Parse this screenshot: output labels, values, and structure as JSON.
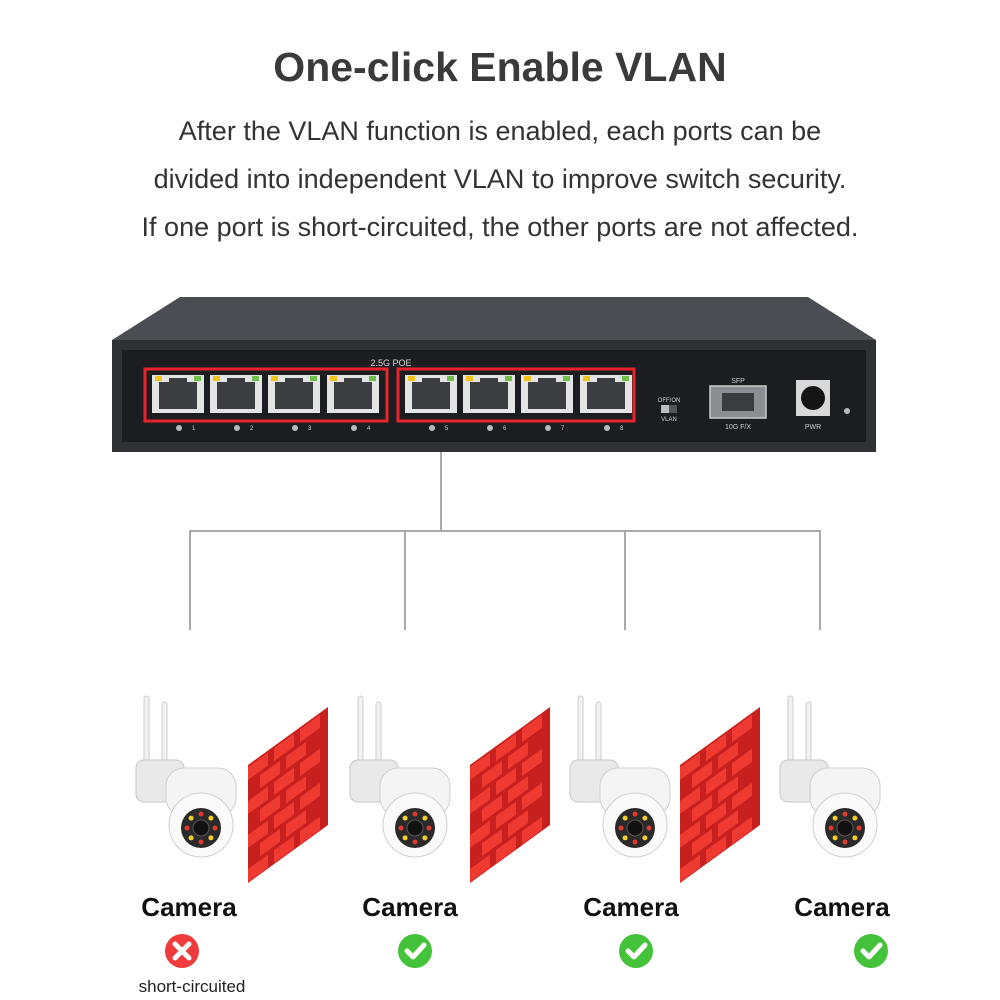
{
  "title": "One-click Enable VLAN",
  "description": [
    "After the VLAN function is enabled, each ports can be",
    "divided into independent VLAN to improve switch security.",
    "If one port is short-circuited, the other ports are not affected."
  ],
  "switch": {
    "poe_label": "2.5G POE",
    "port_numbers": [
      "1",
      "2",
      "3",
      "4",
      "5",
      "6",
      "7",
      "8"
    ],
    "vlan_switch_label_top": "OFF/ON",
    "vlan_switch_label_bottom": "VLAN",
    "sfp_label_top": "SFP",
    "sfp_label_bottom": "10G F/X",
    "power_label": "PWR"
  },
  "cameras": [
    {
      "label": "Camera",
      "status": "error",
      "note": "short-circuited"
    },
    {
      "label": "Camera",
      "status": "ok"
    },
    {
      "label": "Camera",
      "status": "ok"
    },
    {
      "label": "Camera",
      "status": "ok"
    }
  ],
  "colors": {
    "highlight": "#e8232b",
    "firewall": "#e8352d",
    "ok": "#44c23a",
    "error": "#ef3b3b",
    "switch_body": "#2f3135"
  }
}
